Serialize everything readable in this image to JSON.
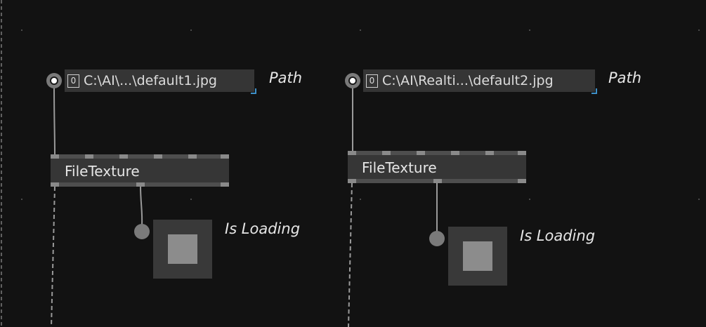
{
  "patch": {
    "nodes": [
      {
        "iobox": {
          "index_badge": "0",
          "value": "C:\\AI\\...\\default1.jpg"
        },
        "path_label": "Path",
        "file_texture_title": "FileTexture",
        "is_loading_label": "Is Loading"
      },
      {
        "iobox": {
          "index_badge": "0",
          "value": "C:\\AI\\Realti...\\default2.jpg"
        },
        "path_label": "Path",
        "file_texture_title": "FileTexture",
        "is_loading_label": "Is Loading"
      }
    ]
  },
  "colors": {
    "background": "#121212",
    "node_fill": "#363636",
    "wire": "#9a9a9a",
    "accent_corner": "#3d8fc7"
  },
  "icons": [
    "pin-output-icon",
    "pin-input-icon",
    "resize-corner-icon"
  ]
}
